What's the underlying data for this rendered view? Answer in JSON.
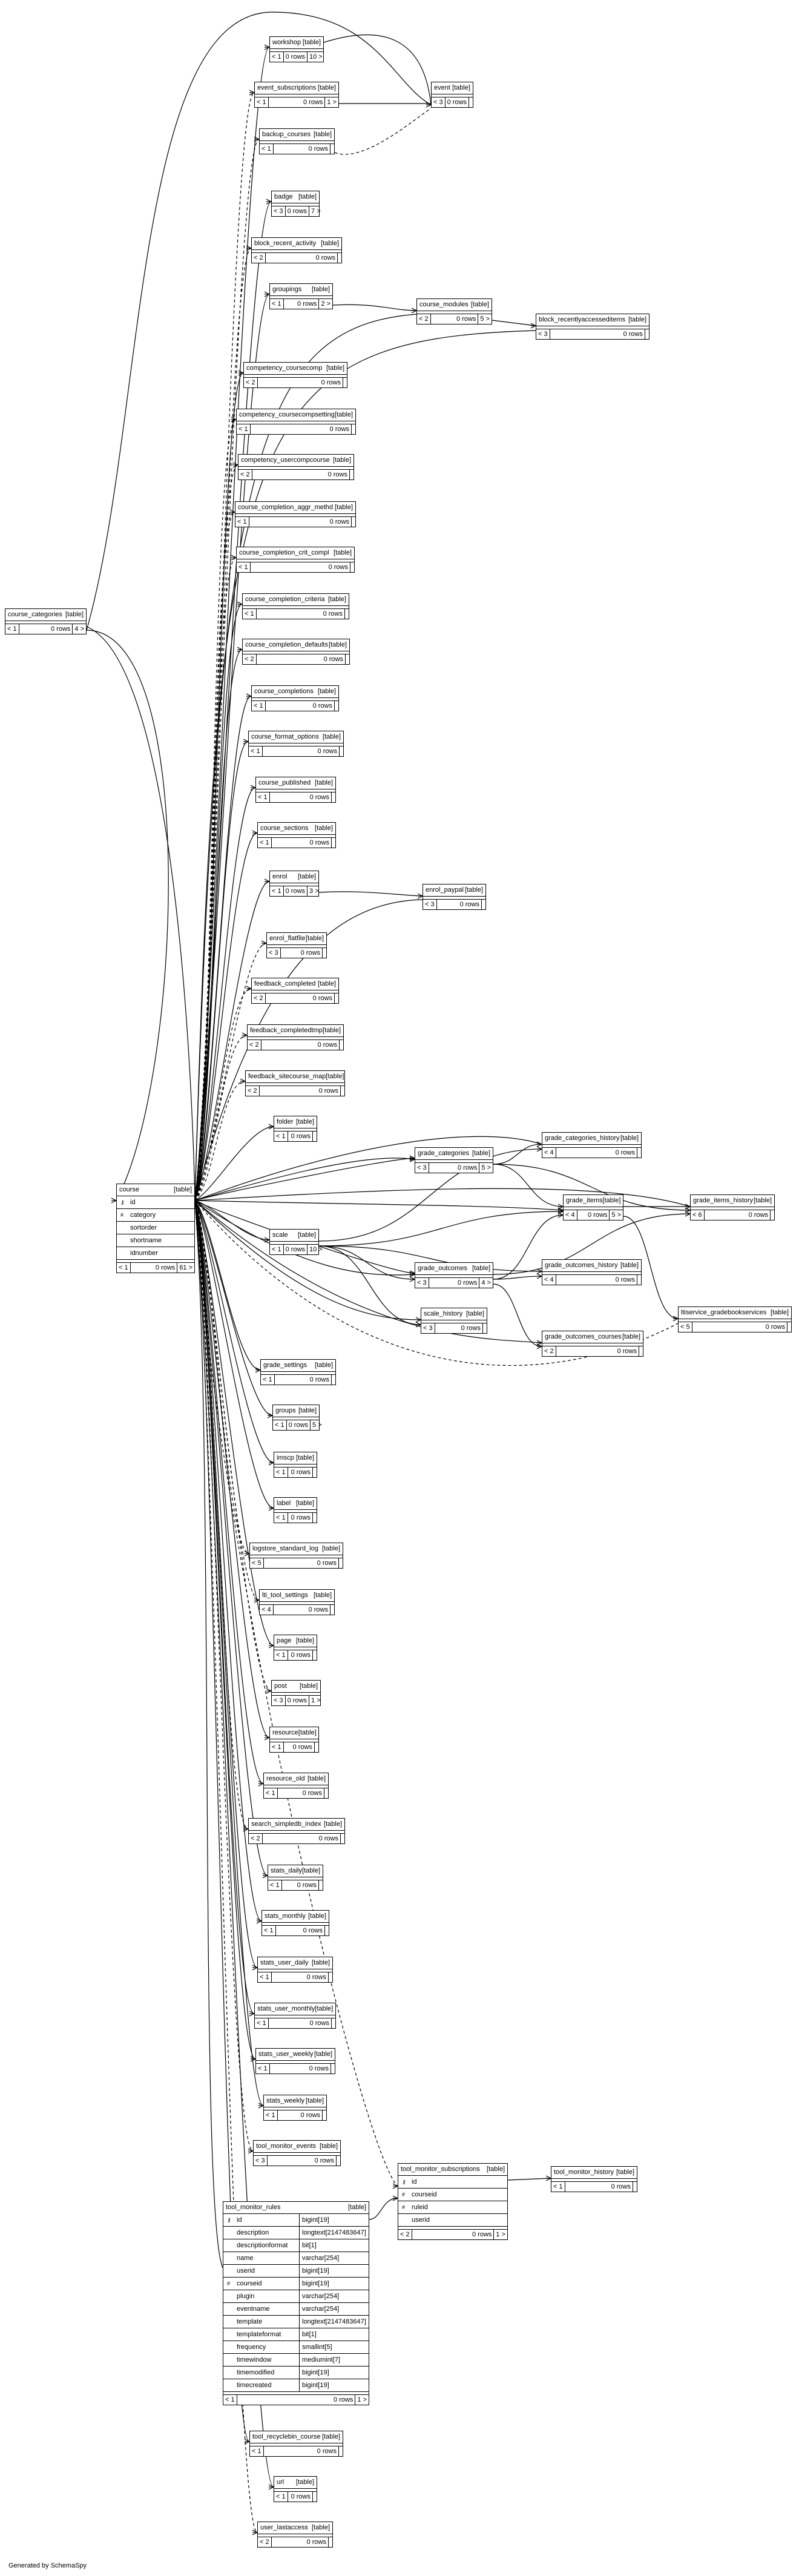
{
  "credit": "Generated by SchemaSpy",
  "table_tag": "[table]",
  "tables": {
    "workshop": {
      "name": "workshop",
      "c1": "< 1",
      "c2": "0 rows",
      "c3": "10 >"
    },
    "event_subscriptions": {
      "name": "event_subscriptions",
      "c1": "< 1",
      "c2": "0 rows",
      "c3": "1 >"
    },
    "event": {
      "name": "event",
      "c1": "< 3",
      "c2": "0 rows",
      "c3": ""
    },
    "backup_courses": {
      "name": "backup_courses",
      "c1": "< 1",
      "c2": "0 rows",
      "c3": ""
    },
    "badge": {
      "name": "badge",
      "c1": "< 3",
      "c2": "0 rows",
      "c3": "7 >"
    },
    "block_recent_activity": {
      "name": "block_recent_activity",
      "c1": "< 2",
      "c2": "0 rows",
      "c3": ""
    },
    "groupings": {
      "name": "groupings",
      "c1": "< 1",
      "c2": "0 rows",
      "c3": "2 >"
    },
    "course_modules": {
      "name": "course_modules",
      "c1": "< 2",
      "c2": "0 rows",
      "c3": "5 >"
    },
    "block_recentlyaccesseditems": {
      "name": "block_recentlyaccesseditems",
      "c1": "< 3",
      "c2": "0 rows",
      "c3": ""
    },
    "competency_coursecomp": {
      "name": "competency_coursecomp",
      "c1": "< 2",
      "c2": "0 rows",
      "c3": ""
    },
    "competency_coursecompsetting": {
      "name": "competency_coursecompsetting",
      "c1": "< 1",
      "c2": "0 rows",
      "c3": ""
    },
    "competency_usercompcourse": {
      "name": "competency_usercompcourse",
      "c1": "< 2",
      "c2": "0 rows",
      "c3": ""
    },
    "course_completion_aggr_methd": {
      "name": "course_completion_aggr_methd",
      "c1": "< 1",
      "c2": "0 rows",
      "c3": ""
    },
    "course_completion_crit_compl": {
      "name": "course_completion_crit_compl",
      "c1": "< 1",
      "c2": "0 rows",
      "c3": ""
    },
    "course_completion_criteria": {
      "name": "course_completion_criteria",
      "c1": "< 1",
      "c2": "0 rows",
      "c3": ""
    },
    "course_completion_defaults": {
      "name": "course_completion_defaults",
      "c1": "< 2",
      "c2": "0 rows",
      "c3": ""
    },
    "course_completions": {
      "name": "course_completions",
      "c1": "< 1",
      "c2": "0 rows",
      "c3": ""
    },
    "course_format_options": {
      "name": "course_format_options",
      "c1": "< 1",
      "c2": "0 rows",
      "c3": ""
    },
    "course_published": {
      "name": "course_published",
      "c1": "< 1",
      "c2": "0 rows",
      "c3": ""
    },
    "course_sections": {
      "name": "course_sections",
      "c1": "< 1",
      "c2": "0 rows",
      "c3": ""
    },
    "course_categories": {
      "name": "course_categories",
      "c1": "< 1",
      "c2": "0 rows",
      "c3": "4 >"
    },
    "enrol": {
      "name": "enrol",
      "c1": "< 1",
      "c2": "0 rows",
      "c3": "3 >"
    },
    "enrol_paypal": {
      "name": "enrol_paypal",
      "c1": "< 3",
      "c2": "0 rows",
      "c3": ""
    },
    "enrol_flatfile": {
      "name": "enrol_flatfile",
      "c1": "< 3",
      "c2": "0 rows",
      "c3": ""
    },
    "feedback_completed": {
      "name": "feedback_completed",
      "c1": "< 2",
      "c2": "0 rows",
      "c3": ""
    },
    "feedback_completedtmp": {
      "name": "feedback_completedtmp",
      "c1": "< 2",
      "c2": "0 rows",
      "c3": ""
    },
    "feedback_sitecourse_map": {
      "name": "feedback_sitecourse_map",
      "c1": "< 2",
      "c2": "0 rows",
      "c3": ""
    },
    "folder": {
      "name": "folder",
      "c1": "< 1",
      "c2": "0 rows",
      "c3": ""
    },
    "grade_categories": {
      "name": "grade_categories",
      "c1": "< 3",
      "c2": "0 rows",
      "c3": "5 >"
    },
    "grade_categories_history": {
      "name": "grade_categories_history",
      "c1": "< 4",
      "c2": "0 rows",
      "c3": ""
    },
    "grade_items": {
      "name": "grade_items",
      "c1": "< 4",
      "c2": "0 rows",
      "c3": "5 >"
    },
    "grade_items_history": {
      "name": "grade_items_history",
      "c1": "< 6",
      "c2": "0 rows",
      "c3": ""
    },
    "scale": {
      "name": "scale",
      "c1": "< 1",
      "c2": "0 rows",
      "c3": "10 >"
    },
    "grade_outcomes": {
      "name": "grade_outcomes",
      "c1": "< 3",
      "c2": "0 rows",
      "c3": "4 >"
    },
    "grade_outcomes_history": {
      "name": "grade_outcomes_history",
      "c1": "< 4",
      "c2": "0 rows",
      "c3": ""
    },
    "scale_history": {
      "name": "scale_history",
      "c1": "< 3",
      "c2": "0 rows",
      "c3": ""
    },
    "ltiservice_gradebookservices": {
      "name": "ltiservice_gradebookservices",
      "c1": "< 5",
      "c2": "0 rows",
      "c3": ""
    },
    "grade_outcomes_courses": {
      "name": "grade_outcomes_courses",
      "c1": "< 2",
      "c2": "0 rows",
      "c3": ""
    },
    "grade_settings": {
      "name": "grade_settings",
      "c1": "< 1",
      "c2": "0 rows",
      "c3": ""
    },
    "groups": {
      "name": "groups",
      "c1": "< 1",
      "c2": "0 rows",
      "c3": "5 >"
    },
    "imscp": {
      "name": "imscp",
      "c1": "< 1",
      "c2": "0 rows",
      "c3": ""
    },
    "label": {
      "name": "label",
      "c1": "< 1",
      "c2": "0 rows",
      "c3": ""
    },
    "logstore_standard_log": {
      "name": "logstore_standard_log",
      "c1": "< 5",
      "c2": "0 rows",
      "c3": ""
    },
    "lti_tool_settings": {
      "name": "lti_tool_settings",
      "c1": "< 4",
      "c2": "0 rows",
      "c3": ""
    },
    "page": {
      "name": "page",
      "c1": "< 1",
      "c2": "0 rows",
      "c3": ""
    },
    "post": {
      "name": "post",
      "c1": "< 3",
      "c2": "0 rows",
      "c3": "1 >"
    },
    "resource": {
      "name": "resource",
      "c1": "< 1",
      "c2": "0 rows",
      "c3": ""
    },
    "resource_old": {
      "name": "resource_old",
      "c1": "< 1",
      "c2": "0 rows",
      "c3": ""
    },
    "search_simpledb_index": {
      "name": "search_simpledb_index",
      "c1": "< 2",
      "c2": "0 rows",
      "c3": ""
    },
    "stats_daily": {
      "name": "stats_daily",
      "c1": "< 1",
      "c2": "0 rows",
      "c3": ""
    },
    "stats_monthly": {
      "name": "stats_monthly",
      "c1": "< 1",
      "c2": "0 rows",
      "c3": ""
    },
    "stats_user_daily": {
      "name": "stats_user_daily",
      "c1": "< 1",
      "c2": "0 rows",
      "c3": ""
    },
    "stats_user_monthly": {
      "name": "stats_user_monthly",
      "c1": "< 1",
      "c2": "0 rows",
      "c3": ""
    },
    "stats_user_weekly": {
      "name": "stats_user_weekly",
      "c1": "< 1",
      "c2": "0 rows",
      "c3": ""
    },
    "stats_weekly": {
      "name": "stats_weekly",
      "c1": "< 1",
      "c2": "0 rows",
      "c3": ""
    },
    "tool_monitor_events": {
      "name": "tool_monitor_events",
      "c1": "< 3",
      "c2": "0 rows",
      "c3": ""
    },
    "tool_monitor_history": {
      "name": "tool_monitor_history",
      "c1": "< 1",
      "c2": "0 rows",
      "c3": ""
    },
    "tool_recyclebin_course": {
      "name": "tool_recyclebin_course",
      "c1": "< 1",
      "c2": "0 rows",
      "c3": ""
    },
    "url": {
      "name": "url",
      "c1": "< 1",
      "c2": "0 rows",
      "c3": ""
    },
    "user_lastaccess": {
      "name": "user_lastaccess",
      "c1": "< 2",
      "c2": "0 rows",
      "c3": ""
    }
  },
  "course": {
    "name": "course",
    "c1": "< 1",
    "c2": "0 rows",
    "c3": "61 >",
    "columns": [
      {
        "name": "id",
        "key": "🔑"
      },
      {
        "name": "category",
        "key": "#"
      },
      {
        "name": "sortorder",
        "key": ""
      },
      {
        "name": "shortname",
        "key": ""
      },
      {
        "name": "idnumber",
        "key": ""
      }
    ]
  },
  "tool_monitor_subscriptions": {
    "name": "tool_monitor_subscriptions",
    "c1": "< 2",
    "c2": "0 rows",
    "c3": "1 >",
    "columns": [
      {
        "name": "id",
        "key": "🔑"
      },
      {
        "name": "courseid",
        "key": "#"
      },
      {
        "name": "ruleid",
        "key": "#"
      },
      {
        "name": "userid",
        "key": ""
      }
    ]
  },
  "tool_monitor_rules": {
    "name": "tool_monitor_rules",
    "c1": "< 1",
    "c2": "0 rows",
    "c3": "1 >",
    "columns": [
      {
        "name": "id",
        "type": "bigint[19]",
        "key": "🔑"
      },
      {
        "name": "description",
        "type": "longtext[2147483647]",
        "key": ""
      },
      {
        "name": "descriptionformat",
        "type": "bit[1]",
        "key": ""
      },
      {
        "name": "name",
        "type": "varchar[254]",
        "key": ""
      },
      {
        "name": "userid",
        "type": "bigint[19]",
        "key": ""
      },
      {
        "name": "courseid",
        "type": "bigint[19]",
        "key": "#"
      },
      {
        "name": "plugin",
        "type": "varchar[254]",
        "key": ""
      },
      {
        "name": "eventname",
        "type": "varchar[254]",
        "key": ""
      },
      {
        "name": "template",
        "type": "longtext[2147483647]",
        "key": ""
      },
      {
        "name": "templateformat",
        "type": "bit[1]",
        "key": ""
      },
      {
        "name": "frequency",
        "type": "smallint[5]",
        "key": ""
      },
      {
        "name": "timewindow",
        "type": "mediumint[7]",
        "key": ""
      },
      {
        "name": "timemodified",
        "type": "bigint[19]",
        "key": ""
      },
      {
        "name": "timecreated",
        "type": "bigint[19]",
        "key": ""
      }
    ]
  }
}
